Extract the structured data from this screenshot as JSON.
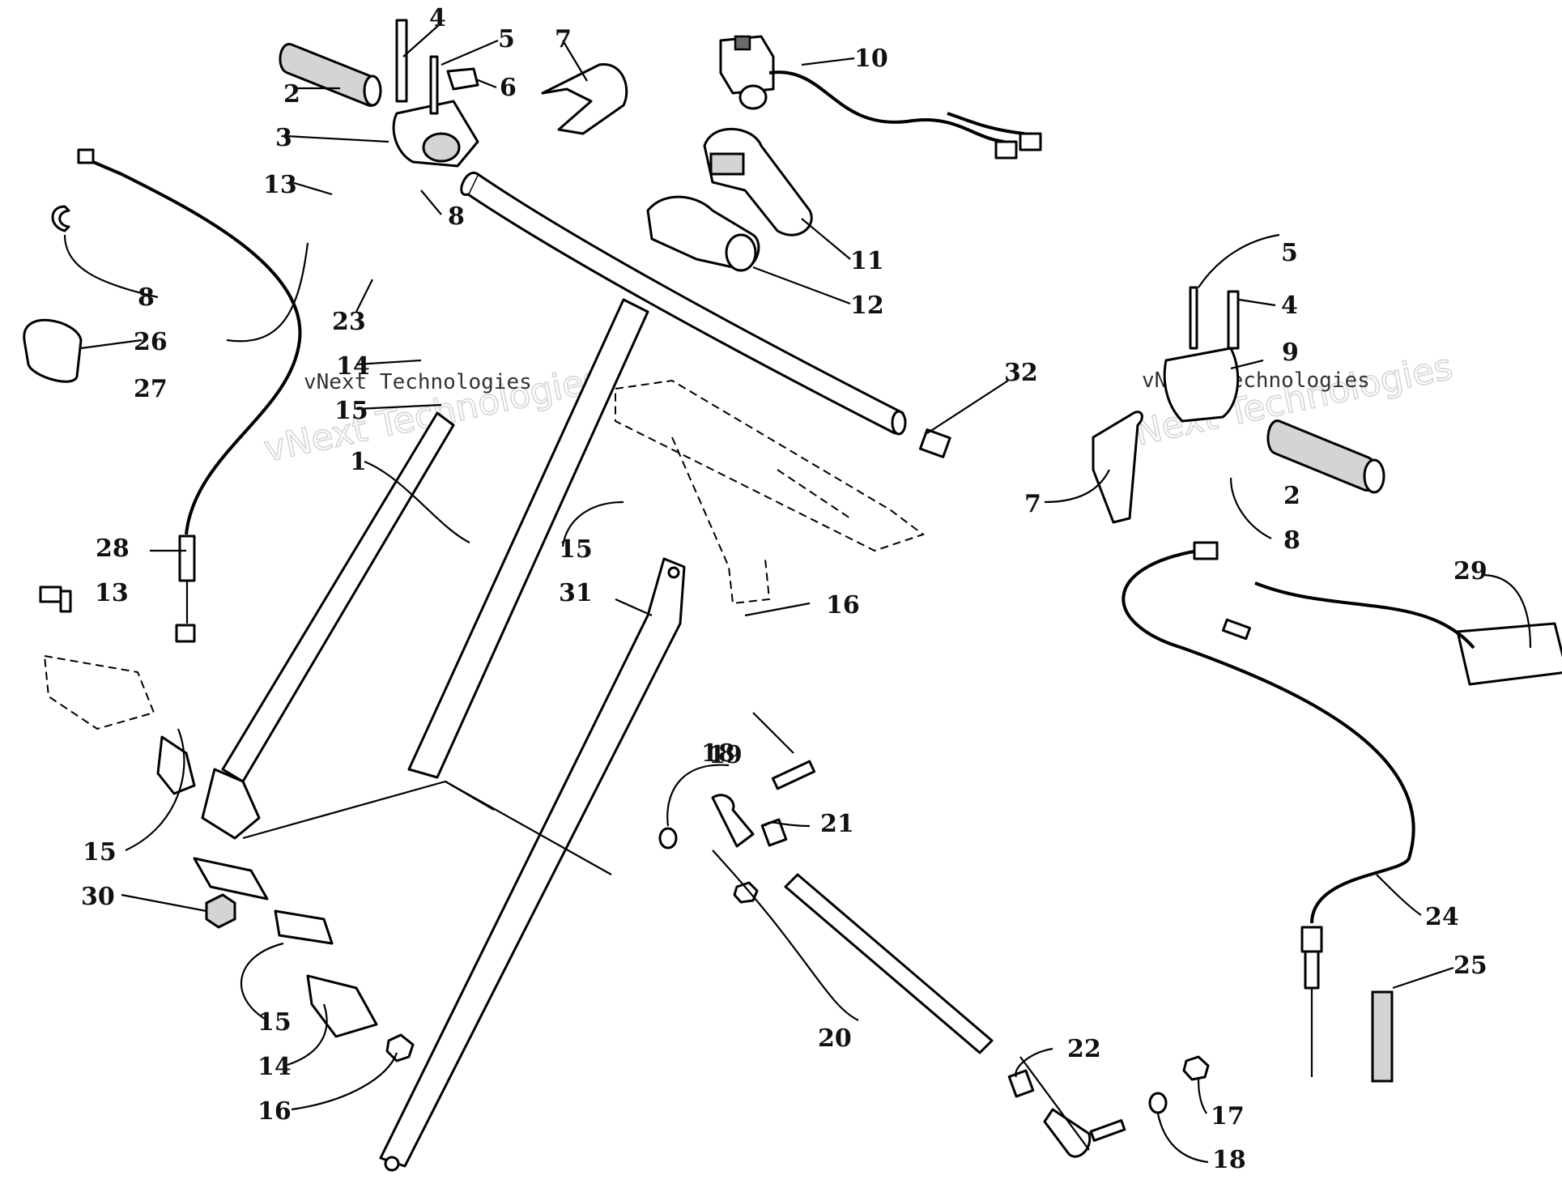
{
  "callouts": [
    {
      "id": "1",
      "label": "1"
    },
    {
      "id": "2a",
      "label": "2"
    },
    {
      "id": "2b",
      "label": "2"
    },
    {
      "id": "3",
      "label": "3"
    },
    {
      "id": "4a",
      "label": "4"
    },
    {
      "id": "4b",
      "label": "4"
    },
    {
      "id": "5a",
      "label": "5"
    },
    {
      "id": "5b",
      "label": "5"
    },
    {
      "id": "6",
      "label": "6"
    },
    {
      "id": "7a",
      "label": "7"
    },
    {
      "id": "7b",
      "label": "7"
    },
    {
      "id": "8a",
      "label": "8"
    },
    {
      "id": "8b",
      "label": "8"
    },
    {
      "id": "8c",
      "label": "8"
    },
    {
      "id": "9",
      "label": "9"
    },
    {
      "id": "10",
      "label": "10"
    },
    {
      "id": "11",
      "label": "11"
    },
    {
      "id": "12",
      "label": "12"
    },
    {
      "id": "13a",
      "label": "13"
    },
    {
      "id": "13b",
      "label": "13"
    },
    {
      "id": "14a",
      "label": "14"
    },
    {
      "id": "14b",
      "label": "14"
    },
    {
      "id": "15a",
      "label": "15"
    },
    {
      "id": "15b",
      "label": "15"
    },
    {
      "id": "15c",
      "label": "15"
    },
    {
      "id": "15d",
      "label": "15"
    },
    {
      "id": "16a",
      "label": "16"
    },
    {
      "id": "16b",
      "label": "16"
    },
    {
      "id": "17",
      "label": "17"
    },
    {
      "id": "18a",
      "label": "18"
    },
    {
      "id": "18b",
      "label": "18"
    },
    {
      "id": "19",
      "label": "19"
    },
    {
      "id": "20",
      "label": "20"
    },
    {
      "id": "21",
      "label": "21"
    },
    {
      "id": "22",
      "label": "22"
    },
    {
      "id": "23",
      "label": "23"
    },
    {
      "id": "24",
      "label": "24"
    },
    {
      "id": "25",
      "label": "25"
    },
    {
      "id": "26",
      "label": "26"
    },
    {
      "id": "27",
      "label": "27"
    },
    {
      "id": "28",
      "label": "28"
    },
    {
      "id": "29",
      "label": "29"
    },
    {
      "id": "30",
      "label": "30"
    },
    {
      "id": "31",
      "label": "31"
    },
    {
      "id": "32",
      "label": "32"
    }
  ],
  "watermarks": {
    "brand_outline": "vNext Technologies",
    "brand_plain": "vNext Technologies"
  }
}
